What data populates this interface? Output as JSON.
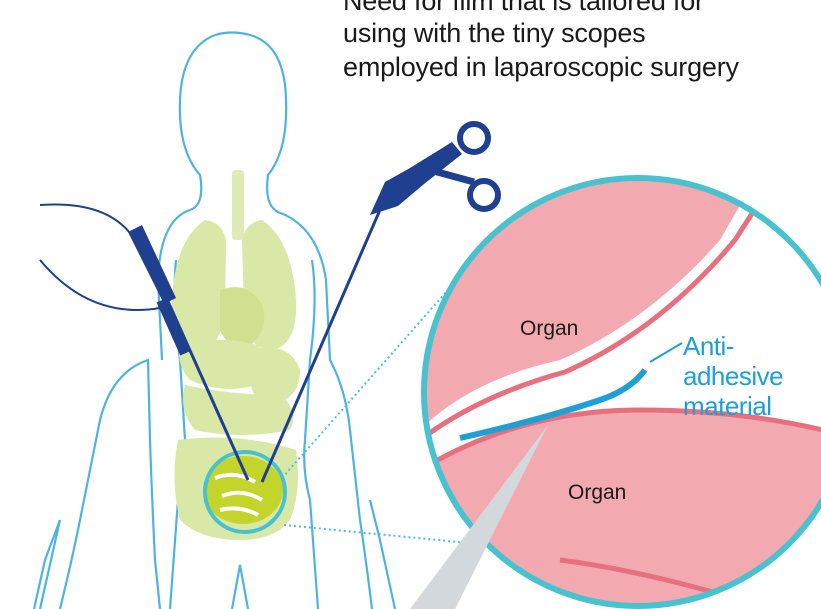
{
  "caption": {
    "line1": "Need for film that is tailored for",
    "line2": "using with the tiny scopes",
    "line3": "employed in laparoscopic surgery"
  },
  "labels": {
    "organ_top": "Organ",
    "organ_bottom": "Organ",
    "material_line1": "Anti-",
    "material_line2": "adhesive",
    "material_line3": "material"
  },
  "colors": {
    "body_outline": "#4fb3e0",
    "organs": "#d9e8a6",
    "intestine": "#c3d52a",
    "circle": "#49c2d0",
    "tissue": "#f2a9b0",
    "tissue_edge": "#e8707e",
    "scope": "#1f3f8f",
    "material": "#1ea0d7"
  }
}
